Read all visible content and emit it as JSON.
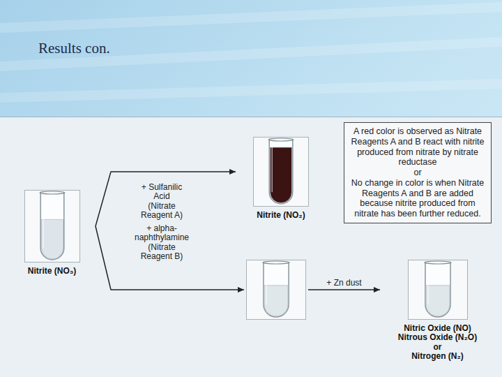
{
  "diagram": {
    "title": "Results con.",
    "nodes": [
      {
        "text": [
          "Nitrite (NO₃)"
        ]
      },
      {
        "text": [
          "Nitrite (NO₂)"
        ]
      },
      {
        "text": [
          "A red color is observed as Nitrate Reagents A and B react with nitrite produced from nitrate by nitrate reductase",
          "or",
          "No change in color is when Nitrate Reagents A and B are added because nitrite produced from nitrate has been further reduced."
        ]
      },
      {
        "text": []
      },
      {
        "text": [
          "Nitric Oxide (NO)",
          "Nitrous Oxide (N₂O)",
          "or",
          "Nitrogen (N₂)"
        ]
      }
    ],
    "edges": [
      {
        "from": 0,
        "to": 1,
        "arrow": "to"
      },
      {
        "from": 0,
        "to": 3,
        "arrow": "to"
      },
      {
        "from": 3,
        "to": 4,
        "label": "+ Zn dust",
        "arrow": "to"
      }
    ],
    "labels": [
      "+ Sulfanilic Acid (Nitrate Reagent A)",
      "+ alpha-naphthylamine (Nitrate Reagent B)"
    ]
  }
}
